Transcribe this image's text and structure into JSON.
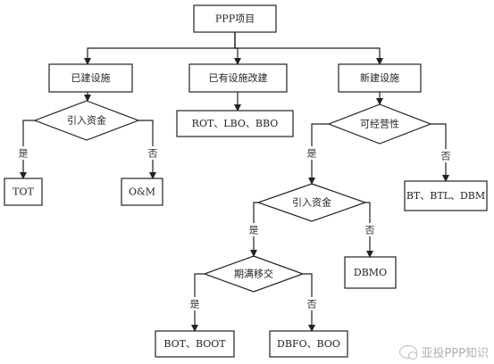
{
  "diagram": {
    "nodes": {
      "root": {
        "label": "PPP项目",
        "shape": "rect"
      },
      "existing": {
        "label": "已建设施",
        "shape": "rect"
      },
      "rebuild": {
        "label": "已有设施改建",
        "shape": "rect"
      },
      "newbuild": {
        "label": "新建设施",
        "shape": "rect"
      },
      "funds1": {
        "label": "引入资金",
        "shape": "diamond"
      },
      "rot": {
        "label": "ROT、LBO、BBO",
        "shape": "rect"
      },
      "profit": {
        "label": "可经营性",
        "shape": "diamond"
      },
      "tot": {
        "label": "TOT",
        "shape": "rect"
      },
      "om": {
        "label": "O&M",
        "shape": "rect"
      },
      "funds2": {
        "label": "引入资金",
        "shape": "diamond"
      },
      "bt": {
        "label": "BT、BTL、DBM",
        "shape": "rect"
      },
      "expiry": {
        "label": "期满移交",
        "shape": "diamond"
      },
      "dbmo": {
        "label": "DBMO",
        "shape": "rect"
      },
      "bot": {
        "label": "BOT、BOOT",
        "shape": "rect"
      },
      "dbfo": {
        "label": "DBFO、BOO",
        "shape": "rect"
      }
    },
    "edges": [
      {
        "from": "root",
        "to": "existing"
      },
      {
        "from": "root",
        "to": "rebuild"
      },
      {
        "from": "root",
        "to": "newbuild"
      },
      {
        "from": "existing",
        "to": "funds1"
      },
      {
        "from": "rebuild",
        "to": "rot"
      },
      {
        "from": "newbuild",
        "to": "profit"
      },
      {
        "from": "funds1",
        "to": "tot",
        "label": "是"
      },
      {
        "from": "funds1",
        "to": "om",
        "label": "否"
      },
      {
        "from": "profit",
        "to": "funds2",
        "label": "是"
      },
      {
        "from": "profit",
        "to": "bt",
        "label": "否"
      },
      {
        "from": "funds2",
        "to": "expiry",
        "label": "是"
      },
      {
        "from": "funds2",
        "to": "dbmo",
        "label": "否"
      },
      {
        "from": "expiry",
        "to": "bot",
        "label": "是"
      },
      {
        "from": "expiry",
        "to": "dbfo",
        "label": "否"
      }
    ]
  },
  "watermark": {
    "text": "亚投PPP知识"
  },
  "colors": {
    "line": "#222222",
    "box_fill": "#ffffff",
    "watermark": "#b0b0b0"
  }
}
